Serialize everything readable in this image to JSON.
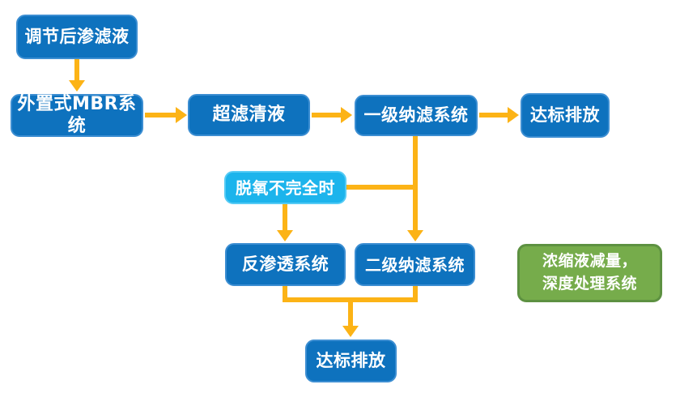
{
  "diagram": {
    "colors": {
      "process_box": "#0e72be",
      "process_box_border": "#3c8ed2",
      "condition_box": "#1cb4ec",
      "condition_box_border": "#55cbf5",
      "note_box": "#76ac4b",
      "note_box_border": "#5d9141",
      "arrow": "#fcb316",
      "label_text": "#ffffff",
      "background": "#ffffff"
    },
    "nodes": {
      "adjusted_leachate": {
        "label": "调节后渗滤液"
      },
      "external_mbr": {
        "label": "外置式MBR系统"
      },
      "uf_permeate": {
        "label": "超滤清液"
      },
      "nf_stage1": {
        "label": "一级纳滤系统"
      },
      "discharge_top": {
        "label": "达标排放"
      },
      "deoxidation_incomplete": {
        "label": "脱氧不完全时"
      },
      "reverse_osmosis": {
        "label": "反渗透系统"
      },
      "nf_stage2": {
        "label": "二级纳滤系统"
      },
      "discharge_bottom": {
        "label": "达标排放"
      },
      "concentrate_note": {
        "line1": "浓缩液减量，",
        "line2": "深度处理系统"
      }
    },
    "edges": [
      {
        "from": "adjusted_leachate",
        "to": "external_mbr"
      },
      {
        "from": "external_mbr",
        "to": "uf_permeate"
      },
      {
        "from": "uf_permeate",
        "to": "nf_stage1"
      },
      {
        "from": "nf_stage1",
        "to": "discharge_top"
      },
      {
        "from": "nf_stage1",
        "to": "nf_stage2"
      },
      {
        "from": "deoxidation_incomplete",
        "to": "reverse_osmosis"
      },
      {
        "from": "deoxidation_incomplete",
        "to": "nf_stage2"
      },
      {
        "from": "reverse_osmosis",
        "to": "discharge_bottom"
      },
      {
        "from": "nf_stage2",
        "to": "discharge_bottom"
      }
    ]
  }
}
